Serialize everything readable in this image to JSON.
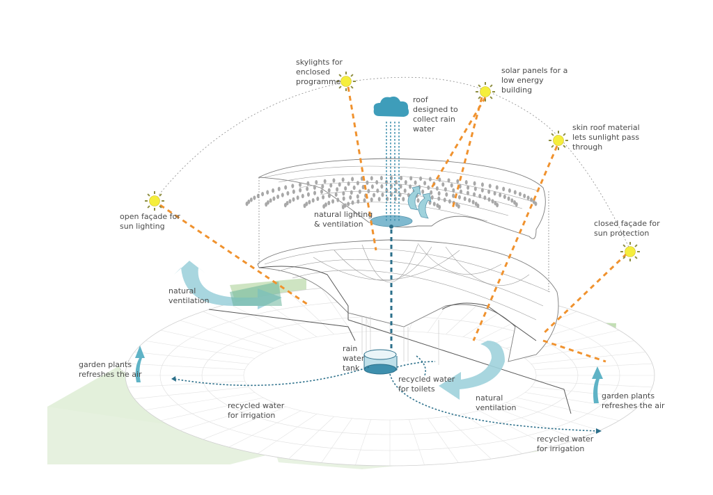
{
  "diagram": {
    "title": "Sustainable strategies diagram",
    "colors": {
      "sun_fill": "#f5ee3c",
      "sun_ray": "#8d8d3f",
      "sun_beam": "#f0922e",
      "cloud": "#3e9dba",
      "water": "#2b6f8a",
      "ventilation": "#9fd2dc",
      "garden": "#e3f0db",
      "garden_dark": "#b9d9a8",
      "wireframe": "#9a9a9a",
      "text": "#4a4a4a"
    },
    "labels": {
      "skylights": "skylights for\nenclosed\nprogramme",
      "solar_panels": "solar panels for a\nlow energy\nbuilding",
      "roof_rain": "roof\ndesigned to\ncollect rain\nwater",
      "skin_roof": "skin roof material\nlets sunlight pass\nthrough",
      "open_facade": "open façade for\nsun lighting",
      "closed_facade": "closed façade for\nsun protection",
      "natural_lighting": "natural lighting\n& ventilation",
      "natural_ventilation_left": "natural\nventilation",
      "natural_ventilation_right": "natural\nventilation",
      "rain_tank": "rain\nwater\ntank",
      "recycled_toilets": "recycled water\nfor toilets",
      "recycled_irrigation_left": "recycled water\nfor irrigation",
      "recycled_irrigation_right": "recycled water\nfor irrigation",
      "garden_left": "garden plants\nrefreshes the air",
      "garden_right": "garden plants\nrefreshes the air"
    },
    "icons": {
      "sun": "sun-icon",
      "cloud": "cloud-icon",
      "tank": "water-tank-icon",
      "ventilation_arrow": "curved-arrow-icon",
      "up_arrow": "up-arrow-icon"
    }
  }
}
